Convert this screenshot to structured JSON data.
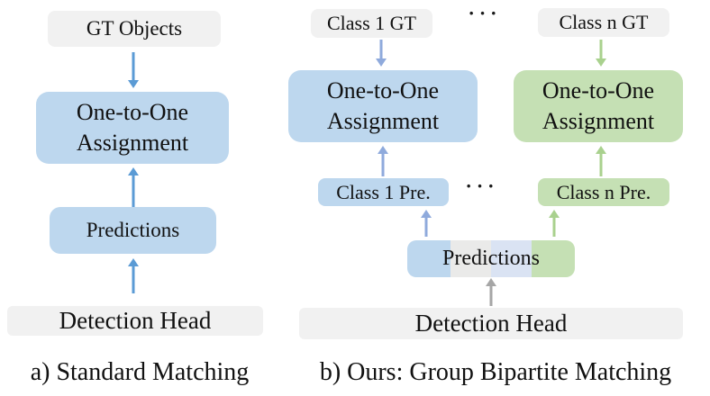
{
  "colors": {
    "blue_fill": "#bdd7ee",
    "green_fill": "#c5e0b4",
    "gray_fill": "#f1f1f1",
    "pale_blue_fill": "#dae3f3",
    "segment_gray_fill": "#eaeae9",
    "arrow_blue": "#5b9bd5",
    "arrow_periwinkle": "#8faadc",
    "arrow_green": "#a9d18e",
    "arrow_gray": "#a6a6a6"
  },
  "panel_a": {
    "caption": "a) Standard Matching",
    "gt_objects": "GT Objects",
    "assignment": "One-to-One Assignment",
    "predictions": "Predictions",
    "detection_head": "Detection Head"
  },
  "panel_b": {
    "caption": "b) Ours: Group Bipartite Matching",
    "class1_gt": "Class 1 GT",
    "classn_gt": "Class n GT",
    "ellipsis_top": "···",
    "assignment_class1": "One-to-One Assignment",
    "assignment_classn": "One-to-One Assignment",
    "class1_pre": "Class 1 Pre.",
    "classn_pre": "Class n Pre.",
    "ellipsis_mid": "···",
    "predictions": "Predictions",
    "detection_head": "Detection Head"
  }
}
